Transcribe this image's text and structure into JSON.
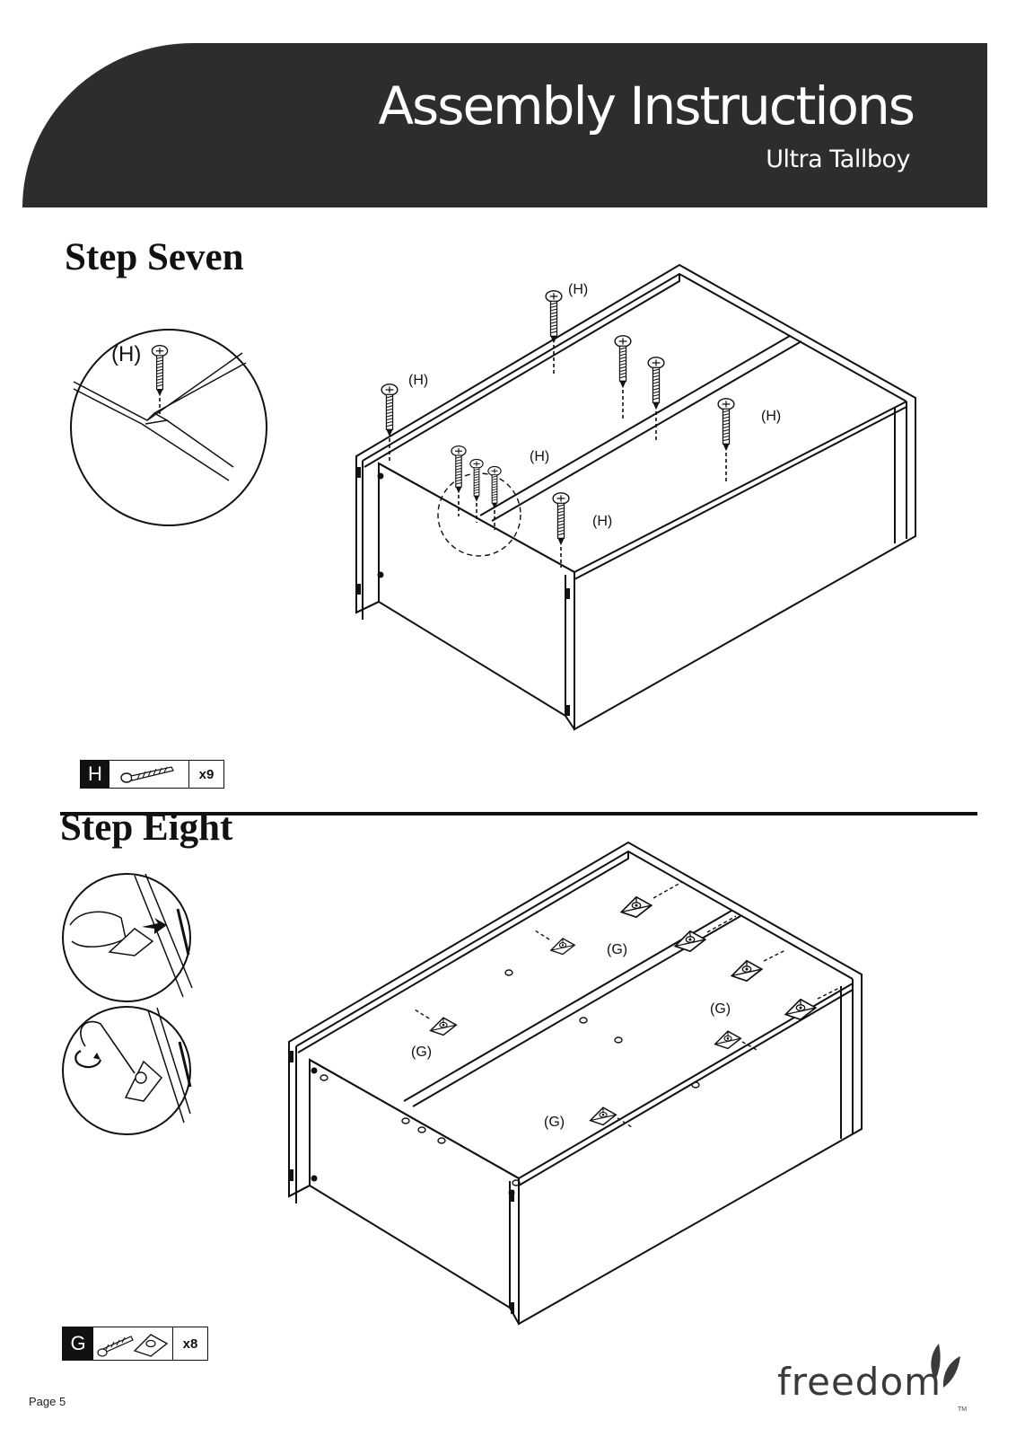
{
  "header": {
    "title": "Assembly Instructions",
    "subtitle": "Ultra Tallboy"
  },
  "steps": [
    {
      "heading": "Step Seven",
      "part_label": "(H)",
      "hardware": {
        "letter": "H",
        "icon": "screw-icon",
        "quantity": "x9"
      }
    },
    {
      "heading": "Step Eight",
      "part_label": "(G)",
      "hardware": {
        "letter": "G",
        "icon": "corner-block-with-screw-icon",
        "quantity": "x8"
      }
    }
  ],
  "footer": {
    "page": "Page 5",
    "brand": "freedom",
    "trademark": "TM"
  }
}
